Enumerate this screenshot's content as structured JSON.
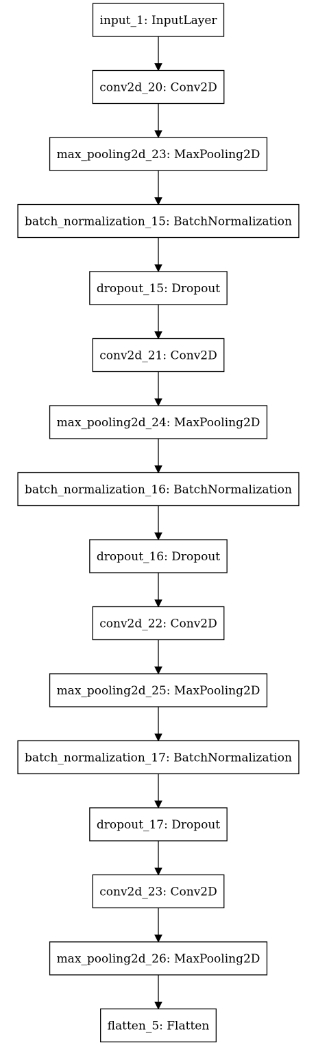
{
  "diagram": {
    "type": "keras-model-plot",
    "nodes": [
      {
        "id": "input_1",
        "label": "input_1: InputLayer"
      },
      {
        "id": "conv2d_20",
        "label": "conv2d_20: Conv2D"
      },
      {
        "id": "max_pooling2d_23",
        "label": "max_pooling2d_23: MaxPooling2D"
      },
      {
        "id": "batch_normalization_15",
        "label": "batch_normalization_15: BatchNormalization"
      },
      {
        "id": "dropout_15",
        "label": "dropout_15: Dropout"
      },
      {
        "id": "conv2d_21",
        "label": "conv2d_21: Conv2D"
      },
      {
        "id": "max_pooling2d_24",
        "label": "max_pooling2d_24: MaxPooling2D"
      },
      {
        "id": "batch_normalization_16",
        "label": "batch_normalization_16: BatchNormalization"
      },
      {
        "id": "dropout_16",
        "label": "dropout_16: Dropout"
      },
      {
        "id": "conv2d_22",
        "label": "conv2d_22: Conv2D"
      },
      {
        "id": "max_pooling2d_25",
        "label": "max_pooling2d_25: MaxPooling2D"
      },
      {
        "id": "batch_normalization_17",
        "label": "batch_normalization_17: BatchNormalization"
      },
      {
        "id": "dropout_17",
        "label": "dropout_17: Dropout"
      },
      {
        "id": "conv2d_23",
        "label": "conv2d_23: Conv2D"
      },
      {
        "id": "max_pooling2d_26",
        "label": "max_pooling2d_26: MaxPooling2D"
      },
      {
        "id": "flatten_5",
        "label": "flatten_5: Flatten"
      }
    ],
    "edges": [
      {
        "from": "input_1",
        "to": "conv2d_20"
      },
      {
        "from": "conv2d_20",
        "to": "max_pooling2d_23"
      },
      {
        "from": "max_pooling2d_23",
        "to": "batch_normalization_15"
      },
      {
        "from": "batch_normalization_15",
        "to": "dropout_15"
      },
      {
        "from": "dropout_15",
        "to": "conv2d_21"
      },
      {
        "from": "conv2d_21",
        "to": "max_pooling2d_24"
      },
      {
        "from": "max_pooling2d_24",
        "to": "batch_normalization_16"
      },
      {
        "from": "batch_normalization_16",
        "to": "dropout_16"
      },
      {
        "from": "dropout_16",
        "to": "conv2d_22"
      },
      {
        "from": "conv2d_22",
        "to": "max_pooling2d_25"
      },
      {
        "from": "max_pooling2d_25",
        "to": "batch_normalization_17"
      },
      {
        "from": "batch_normalization_17",
        "to": "dropout_17"
      },
      {
        "from": "dropout_17",
        "to": "conv2d_23"
      },
      {
        "from": "conv2d_23",
        "to": "max_pooling2d_26"
      },
      {
        "from": "max_pooling2d_26",
        "to": "flatten_5"
      }
    ],
    "colors": {
      "background": "#ffffff",
      "stroke": "#000000",
      "text": "#000000"
    }
  }
}
